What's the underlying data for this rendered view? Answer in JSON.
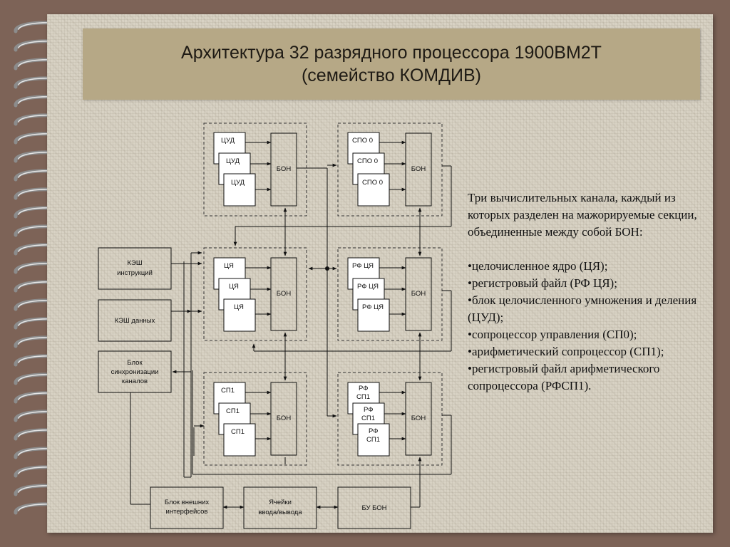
{
  "slide": {
    "title_line1": "Архитектура 32 разрядного процессора 1900ВМ2Т",
    "title_line2": "(семейство КОМДИВ)"
  },
  "description": {
    "intro": "Три вычислительных канала, каждый из которых разделен на мажорируемые секции, объединенные между собой БОН:",
    "bullets": [
      "•целочисленное ядро (ЦЯ);",
      "•регистровый файл (РФ ЦЯ);",
      "•блок целочисленного умножения и деления (ЦУД);",
      "•сопроцессор управления (СП0);",
      "•арифметический сопроцессор (СП1);",
      "•регистровый файл арифметического сопроцессора (РФСП1)."
    ]
  },
  "diagram": {
    "bon": "БОН",
    "sections": {
      "cud": "ЦУД",
      "spo": "СПО 0",
      "cya": "ЦЯ",
      "rf_cya": "РФ ЦЯ",
      "sp1": "СП1",
      "rf_sp1_line1": "РФ",
      "rf_sp1_line2": "СП1"
    },
    "blocks": {
      "icache_line1": "КЭШ",
      "icache_line2": "инструкций",
      "dcache": "КЭШ данных",
      "sync_line1": "Блок",
      "sync_line2": "синхронизации",
      "sync_line3": "каналов",
      "ext_line1": "Блок внешних",
      "ext_line2": "интерфейсов",
      "io_line1": "Ячейки",
      "io_line2": "ввода/вывода",
      "bu_bon": "БУ БОН"
    }
  },
  "colors": {
    "background": "#7d6357",
    "paper": "#d8d2c4",
    "title_box": "#b6a886"
  }
}
